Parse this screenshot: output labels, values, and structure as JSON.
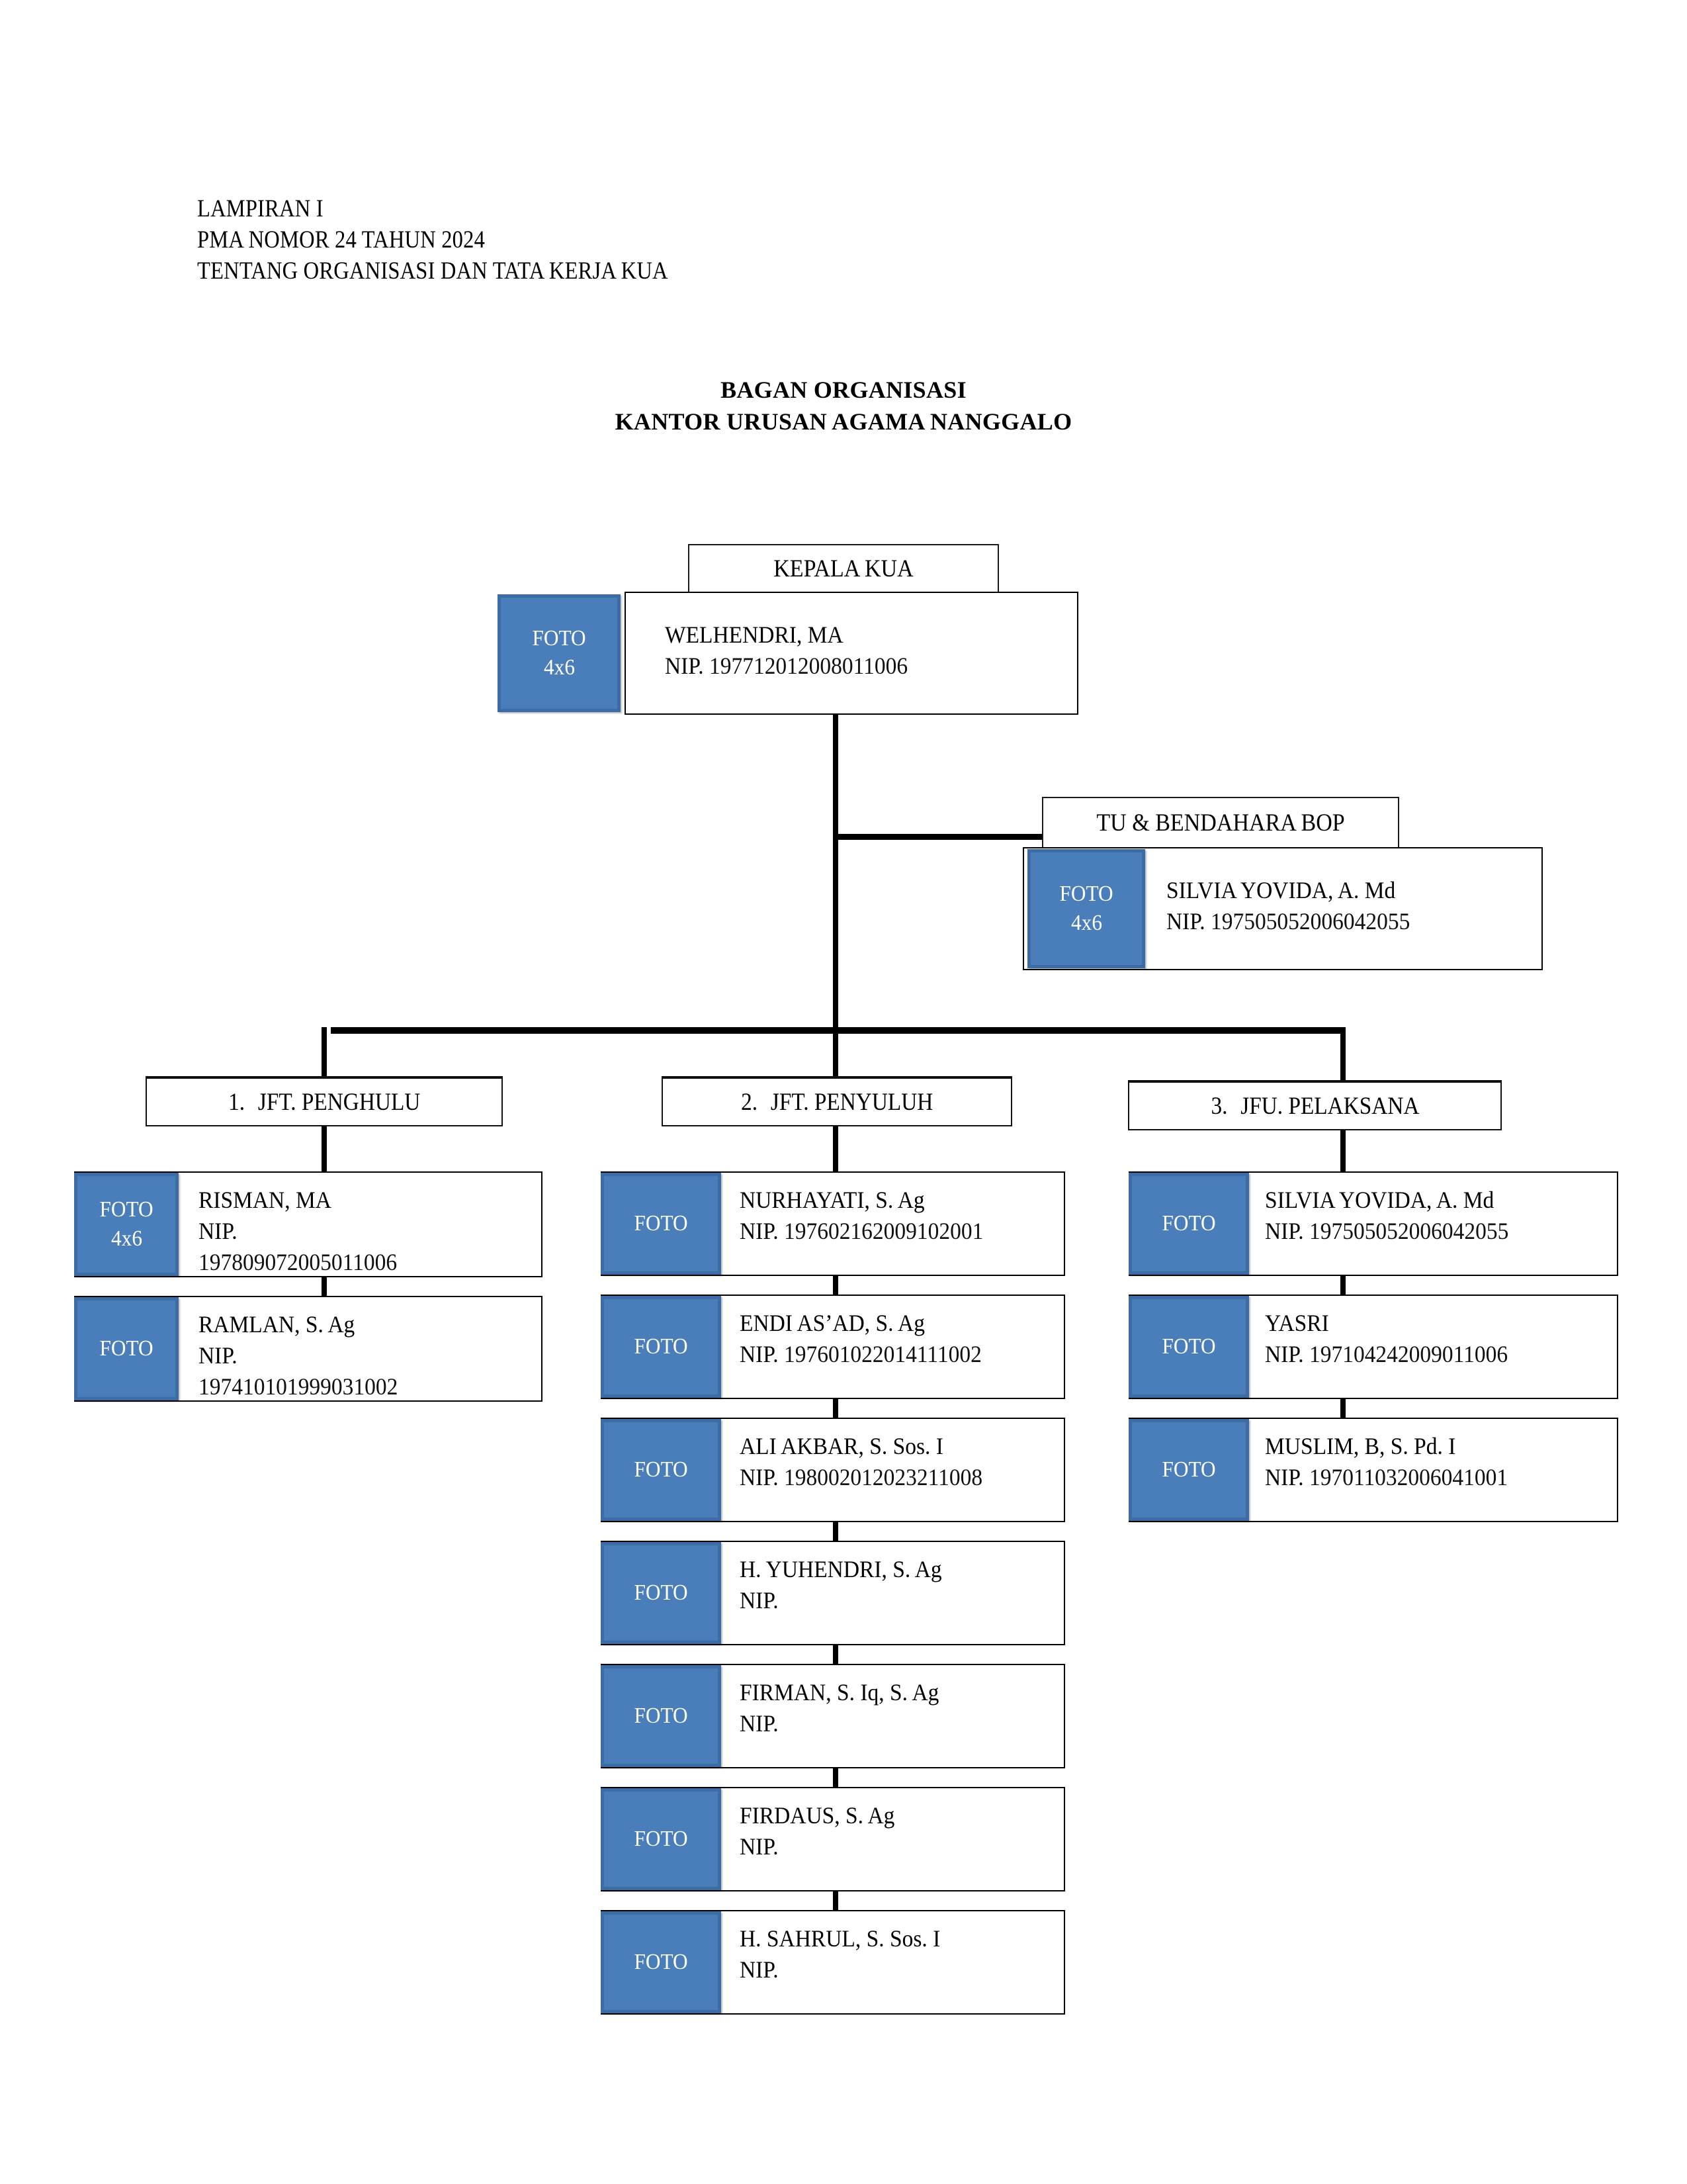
{
  "document_header": {
    "line1": "LAMPIRAN I",
    "line2": "PMA NOMOR 24 TAHUN 2024",
    "line3": "TENTANG ORGANISASI DAN TATA KERJA KUA"
  },
  "title": {
    "line1": "BAGAN ORGANISASI",
    "line2": "KANTOR URUSAN AGAMA NANGGALO"
  },
  "colors": {
    "photo_fill": "#4a7ebb",
    "photo_border": "#3d6ca5",
    "line": "#000000",
    "box_fill": "#ffffff"
  },
  "photo_placeholder": {
    "label": "FOTO",
    "size": "4x6"
  },
  "head": {
    "box_label": "KEPALA KUA",
    "name": "WELHENDRI, MA",
    "nip_label": "NIP.",
    "nip": "197712012008011006",
    "photo_label": "FOTO",
    "photo_size": "4x6"
  },
  "admin": {
    "box_label": "TU & BENDAHARA BOP",
    "name": "SILVIA YOVIDA, A. Md",
    "nip_label": "NIP.",
    "nip": "197505052006042055",
    "photo_label": "FOTO",
    "photo_size": "4x6"
  },
  "sections": [
    {
      "number": "1.",
      "label": "JFT. PENGHULU",
      "members": [
        {
          "name": "RISMAN, MA",
          "nip_label": "NIP.",
          "nip": "197809072005011006",
          "photo_label": "FOTO",
          "photo_size": "4x6",
          "nip_wrapped": true
        },
        {
          "name": "RAMLAN, S. Ag",
          "nip_label": "NIP.",
          "nip": "197410101999031002",
          "photo_label": "FOTO",
          "photo_size": "",
          "nip_wrapped": true
        }
      ]
    },
    {
      "number": "2.",
      "label": "JFT. PENYULUH",
      "members": [
        {
          "name": "NURHAYATI, S. Ag",
          "nip_label": "NIP.",
          "nip": "197602162009102001",
          "photo_label": "FOTO",
          "photo_size": "",
          "nip_wrapped": false
        },
        {
          "name": "ENDI AS’AD, S. Ag",
          "nip_label": "NIP.",
          "nip": "197601022014111002",
          "photo_label": "FOTO",
          "photo_size": "",
          "nip_wrapped": false
        },
        {
          "name": "ALI AKBAR, S. Sos. I",
          "nip_label": "NIP.",
          "nip": "198002012023211008",
          "photo_label": "FOTO",
          "photo_size": "",
          "nip_wrapped": false
        },
        {
          "name": "H. YUHENDRI, S. Ag",
          "nip_label": "NIP.",
          "nip": "",
          "photo_label": "FOTO",
          "photo_size": "",
          "nip_wrapped": false
        },
        {
          "name": "FIRMAN, S. Iq, S. Ag",
          "nip_label": "NIP.",
          "nip": "",
          "photo_label": "FOTO",
          "photo_size": "",
          "nip_wrapped": false
        },
        {
          "name": "FIRDAUS, S. Ag",
          "nip_label": "NIP.",
          "nip": "",
          "photo_label": "FOTO",
          "photo_size": "",
          "nip_wrapped": false
        },
        {
          "name": "H. SAHRUL, S. Sos. I",
          "nip_label": "NIP.",
          "nip": "",
          "photo_label": "FOTO",
          "photo_size": "",
          "nip_wrapped": false
        }
      ]
    },
    {
      "number": "3.",
      "label": "JFU. PELAKSANA",
      "members": [
        {
          "name": "SILVIA YOVIDA, A. Md",
          "nip_label": "NIP.",
          "nip": "197505052006042055",
          "photo_label": "FOTO",
          "photo_size": "",
          "nip_wrapped": false
        },
        {
          "name": "YASRI",
          "nip_label": "NIP.",
          "nip": "197104242009011006",
          "photo_label": "FOTO",
          "photo_size": "",
          "nip_wrapped": false
        },
        {
          "name": "MUSLIM, B, S. Pd. I",
          "nip_label": "NIP.",
          "nip": "197011032006041001",
          "photo_label": "FOTO",
          "photo_size": "",
          "nip_wrapped": false
        }
      ]
    }
  ]
}
